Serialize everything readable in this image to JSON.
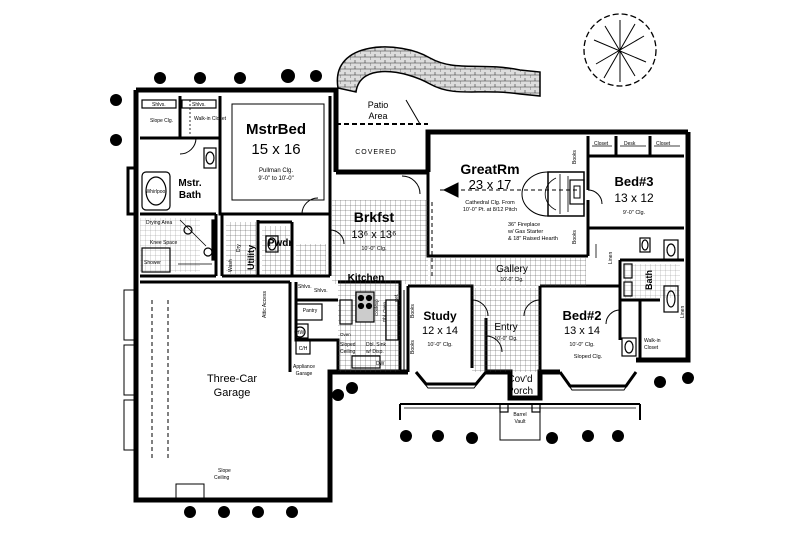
{
  "rooms": {
    "master_bed": {
      "name": "MstrBed",
      "size": "15 x 16",
      "note1": "Pullman Clg.",
      "note2": "9'-0\" to 10'-0\""
    },
    "master_bath": {
      "name1": "Mstr.",
      "name2": "Bath",
      "whirlpool": "Whirlpool",
      "drying_area": "Drying Area",
      "knee_space": "Knee Space",
      "shower": "Shower",
      "shlvs1": "Shlvs.",
      "shlvs2": "Shlvs.",
      "slope_clg": "Slope Clg.",
      "walkin": "Walk-in Closet"
    },
    "patio": {
      "name1": "Patio",
      "name2": "Area",
      "covered": "COVERED"
    },
    "great_room": {
      "name": "GreatRm",
      "size": "23 x 17",
      "note1": "Cathedral Clg. From",
      "note2": "10'-0\" Pt. at 8/12 Pitch",
      "fireplace1": "36\" Fireplace",
      "fireplace2": "w/ Gas Starter",
      "fireplace3": "& 18\" Raised Hearth",
      "books1": "Books",
      "books2": "Books"
    },
    "bed3": {
      "name": "Bed#3",
      "size": "13 x 12",
      "clg": "9'-0\" Clg.",
      "closet1": "Closet",
      "desk": "Desk",
      "closet2": "Closet"
    },
    "breakfast": {
      "name": "Brkfst",
      "size": "13⁶ x 13⁶",
      "clg": "10'-0\" Clg."
    },
    "powder": {
      "name": "Pwdr",
      "utility": "Utility",
      "wash": "Wash",
      "dry": "Dry",
      "shlvs": "Shlvs."
    },
    "kitchen": {
      "name": "Kitchen",
      "pantry": "Pantry",
      "shlvs": "Shlvs.",
      "cooktop": "Cooktop",
      "oven": "Oven",
      "dbl_oven": "Dbl. Oven",
      "ref": "Ref.",
      "sloped1": "Sloped",
      "sloped2": "Ceiling",
      "sink1": "Dbl. Sink",
      "sink2": "w/ Disp.",
      "dw": "DW"
    },
    "garage": {
      "name1": "Three-Car",
      "name2": "Garage",
      "appliance1": "Appliance",
      "appliance2": "Garage",
      "attic": "Attic Access",
      "hw": "HW",
      "ca": "C/H",
      "slope1": "Slope",
      "slope2": "Ceiling"
    },
    "gallery": {
      "name": "Gallery",
      "clg": "10'-0\" Clg."
    },
    "study": {
      "name": "Study",
      "size": "12 x 14",
      "clg": "10'-0\" Clg.",
      "books1": "Books",
      "books2": "Books"
    },
    "entry": {
      "name": "Entry",
      "clg": "10'-0\" Clg."
    },
    "bed2": {
      "name": "Bed#2",
      "size": "13 x 14",
      "clg": "10'-0\" Clg.",
      "sloped": "Sloped Clg.",
      "walkin1": "Walk-in",
      "walkin2": "Closet"
    },
    "bath": {
      "name": "Bath",
      "linen1": "Linen",
      "linen2": "Linen"
    },
    "porch": {
      "name1": "Cov'd",
      "name2": "Porch",
      "vault1": "Barrel",
      "vault2": "Vault"
    }
  },
  "colors": {
    "ink": "#000000",
    "paper": "#ffffff"
  }
}
